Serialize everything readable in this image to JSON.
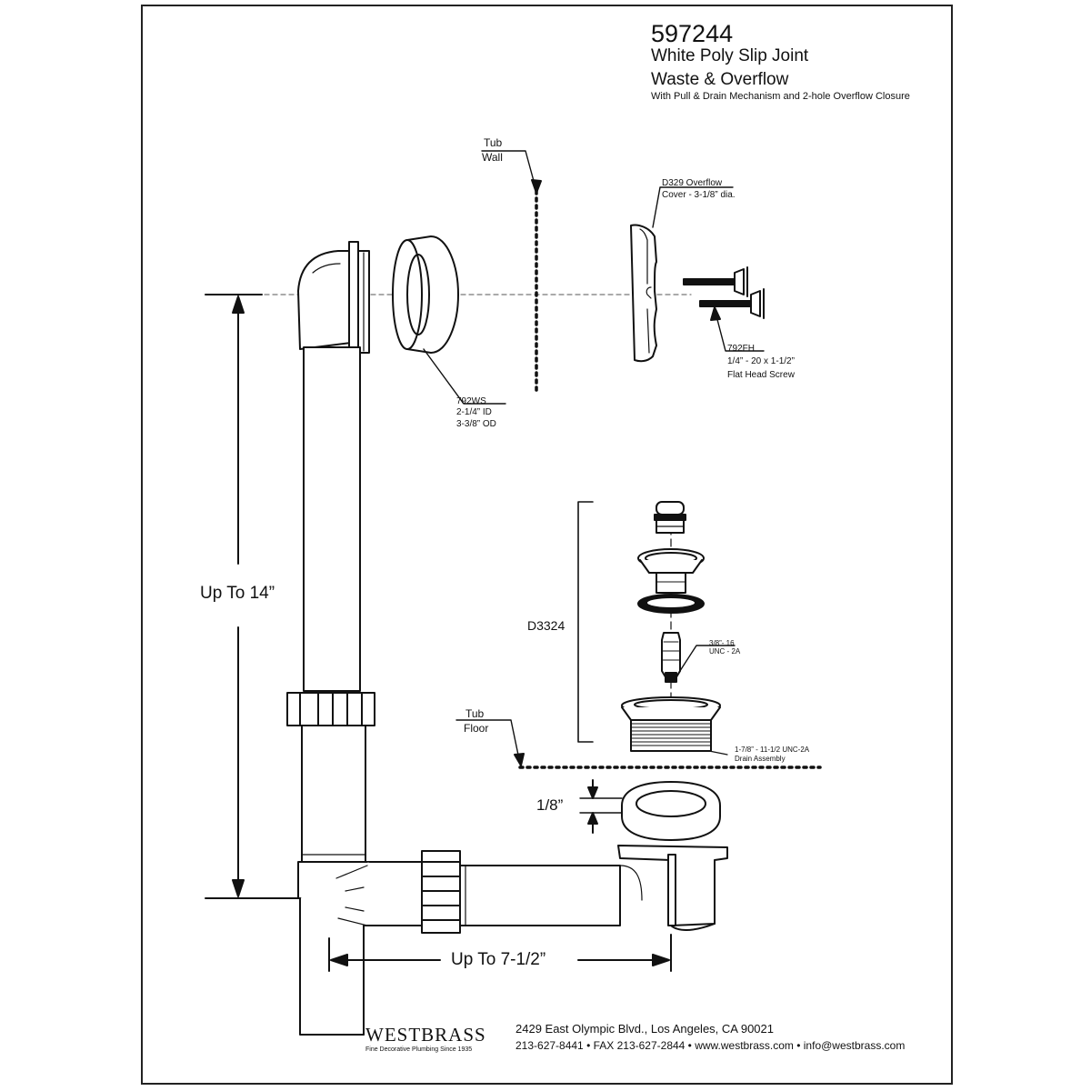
{
  "header": {
    "model": "597244",
    "title_line1": "White Poly Slip Joint",
    "title_line2": "Waste & Overflow",
    "subtitle": "With Pull & Drain Mechanism and 2-hole Overflow Closure"
  },
  "labels": {
    "tub_wall_1": "Tub",
    "tub_wall_2": "Wall",
    "overflow_cover_1": "D329 Overflow",
    "overflow_cover_2": "Cover - 3-1/8” dia.",
    "screw_1": "792FH",
    "screw_2": "1/4” - 20 x 1-1/2”",
    "screw_3": "Flat Head Screw",
    "washer_1": "792WS",
    "washer_2": "2-1/4” ID",
    "washer_3": "3-3/8” OD",
    "drain_set": "D3324",
    "thread_1": "3/8”- 16",
    "thread_2": "UNC - 2A",
    "tub_floor_1": "Tub",
    "tub_floor_2": "Floor",
    "drain_assembly_1": "1-7/8” - 11-1/2 UNC-2A",
    "drain_assembly_2": "Drain Assembly"
  },
  "dimensions": {
    "height": "Up To 14”",
    "length": "Up To 7-1/2”",
    "gasket": "1/8”"
  },
  "footer": {
    "brand": "WESTBRASS",
    "tagline": "Fine Decorative Plumbing Since 1935",
    "address": "2429 East Olympic Blvd., Los Angeles, CA  90021",
    "contact": "213-627-8441 • FAX 213-627-2844 • www.westbrass.com • info@westbrass.com"
  }
}
